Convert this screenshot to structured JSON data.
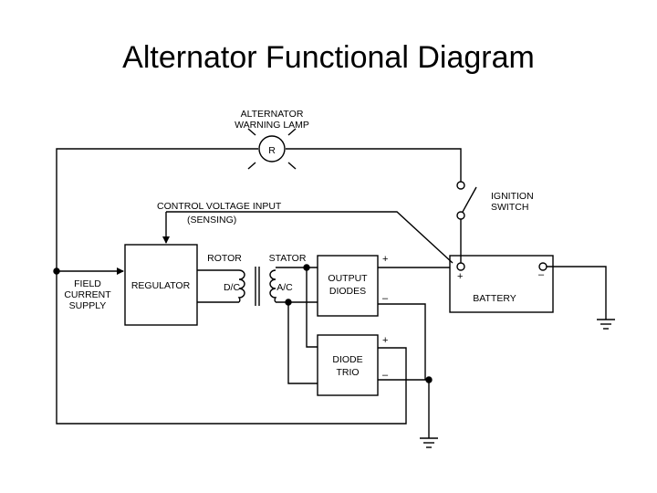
{
  "title": "Alternator Functional Diagram",
  "labels": {
    "lamp_line1": "ALTERNATOR",
    "lamp_line2": "WARNING LAMP",
    "lamp_symbol": "R",
    "ignition_line1": "IGNITION",
    "ignition_line2": "SWITCH",
    "control_line1": "CONTROL VOLTAGE INPUT",
    "control_line2": "(SENSING)",
    "field_line1": "FIELD",
    "field_line2": "CURRENT",
    "field_line3": "SUPPLY",
    "regulator": "REGULATOR",
    "rotor": "ROTOR",
    "dc": "D/C",
    "stator": "STATOR",
    "ac": "A/C",
    "output_line1": "OUTPUT",
    "output_line2": "DIODES",
    "trio_line1": "DIODE",
    "trio_line2": "TRIO",
    "battery": "BATTERY",
    "plus": "+",
    "minus": "–"
  }
}
